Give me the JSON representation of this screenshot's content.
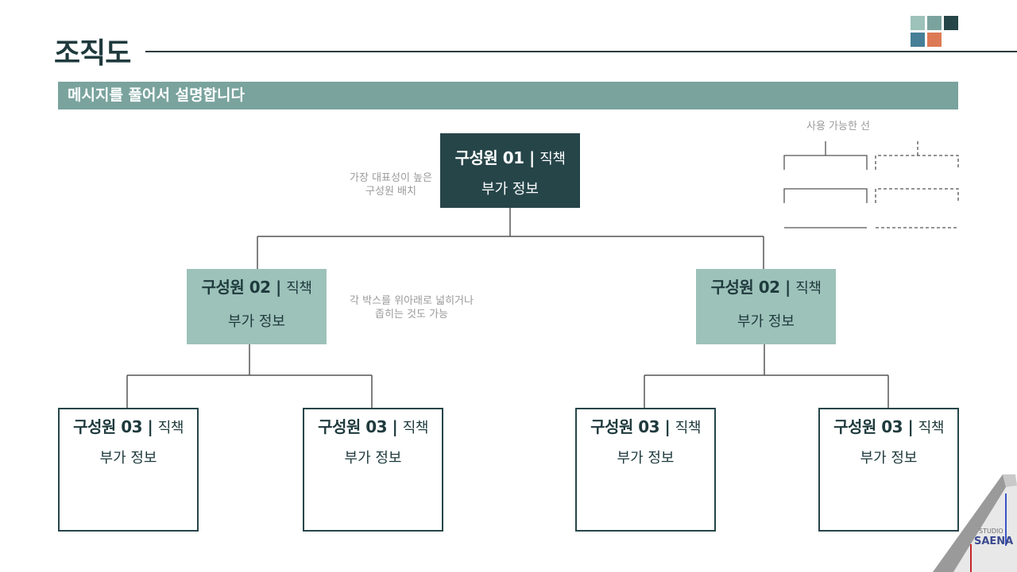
{
  "header": {
    "title": "조직도",
    "subtitle": "메시지를 풀어서 설명합니다",
    "palette": [
      "#9dc2ba",
      "#7aa39e",
      "#264549",
      "#467f97",
      "#dd7a56"
    ]
  },
  "notes": {
    "top_member_line1": "가장 대표성이 높은",
    "top_member_line2": "구성원 배치",
    "resize_line1": "각 박스를 위아래로 넓히거나",
    "resize_line2": "좁히는 것도 가능",
    "line_styles_label": "사용 가능한 선"
  },
  "level1": {
    "name": "구성원 01 |",
    "role": "직책",
    "info": "부가 정보"
  },
  "level2": [
    {
      "name": "구성원 02 |",
      "role": "직책",
      "info": "부가 정보"
    },
    {
      "name": "구성원 02 |",
      "role": "직책",
      "info": "부가 정보"
    }
  ],
  "level3": [
    {
      "name": "구성원 03 |",
      "role": "직책",
      "info": "부가 정보"
    },
    {
      "name": "구성원 03 |",
      "role": "직책",
      "info": "부가 정보"
    },
    {
      "name": "구성원 03 |",
      "role": "직책",
      "info": "부가 정보"
    },
    {
      "name": "구성원 03 |",
      "role": "직책",
      "info": "부가 정보"
    }
  ],
  "logo": {
    "line1": "STUDIO",
    "line2": "SAENA"
  },
  "colors": {
    "dark_teal": "#264549",
    "mid_teal": "#7aa39e",
    "light_teal": "#9dc2ba",
    "line": "#555555"
  }
}
